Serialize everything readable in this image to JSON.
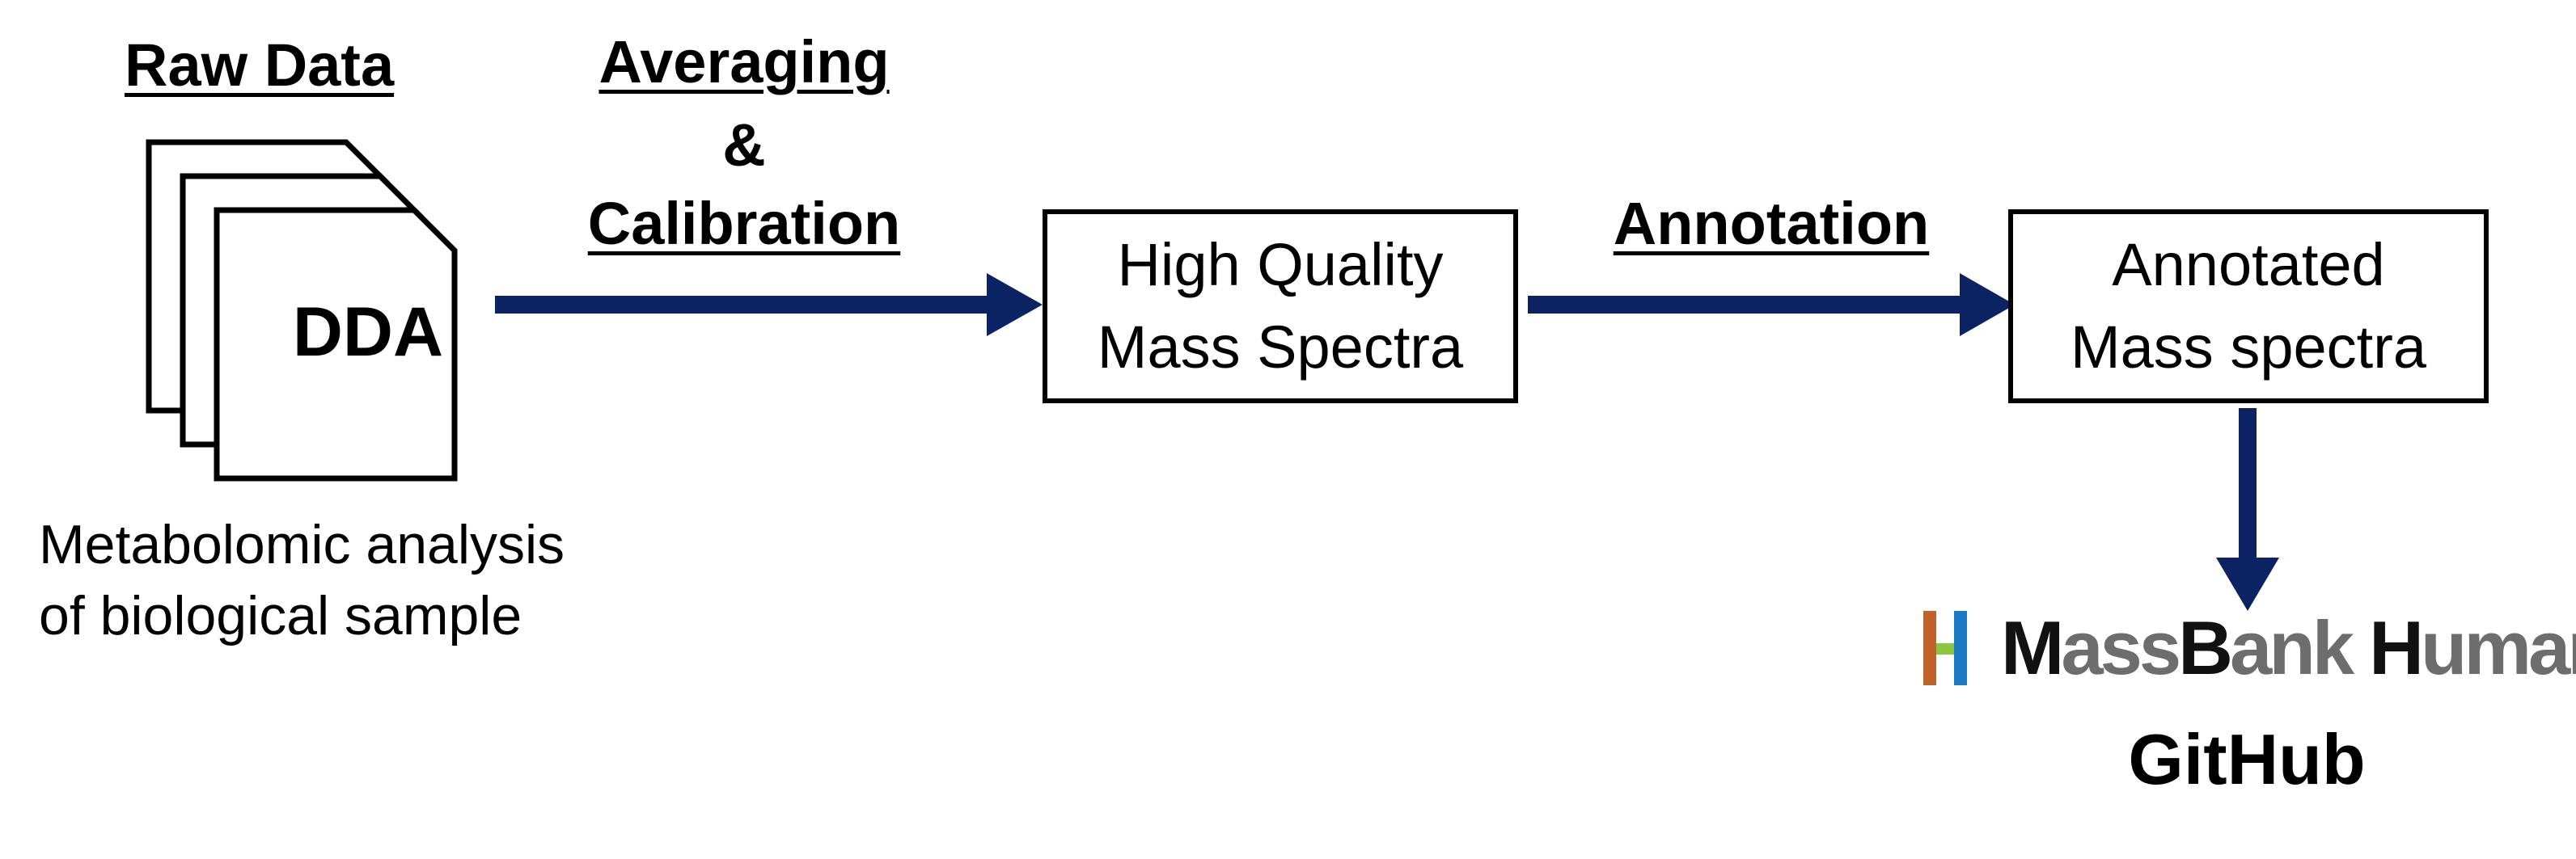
{
  "raw_data": {
    "heading": "Raw Data",
    "doc_label": "DDA",
    "caption_line1": "Metabolomic analysis",
    "caption_line2": "of biological sample"
  },
  "step1": {
    "line1": "Averaging",
    "line2": "&",
    "line3": "Calibration"
  },
  "box_hq": {
    "line1": "High Quality",
    "line2": "Mass Spectra"
  },
  "step2": {
    "label": "Annotation"
  },
  "box_annotated": {
    "line1": "Annotated",
    "line2": "Mass spectra"
  },
  "massbank_logo": {
    "icon": "massbank-h-logo",
    "word1_dark": "M",
    "word1_gray": "ass",
    "word2_dark": "B",
    "word2_gray": "ank",
    "word3_dark": "H",
    "word3_gray": "uman"
  },
  "github": {
    "label": "GitHub"
  },
  "colors": {
    "arrow": "#0b2263",
    "logo_orange": "#c0622a",
    "logo_blue": "#1a7bc4",
    "logo_green": "#8cc63f",
    "logo_text_gray": "#6d6d6d"
  }
}
